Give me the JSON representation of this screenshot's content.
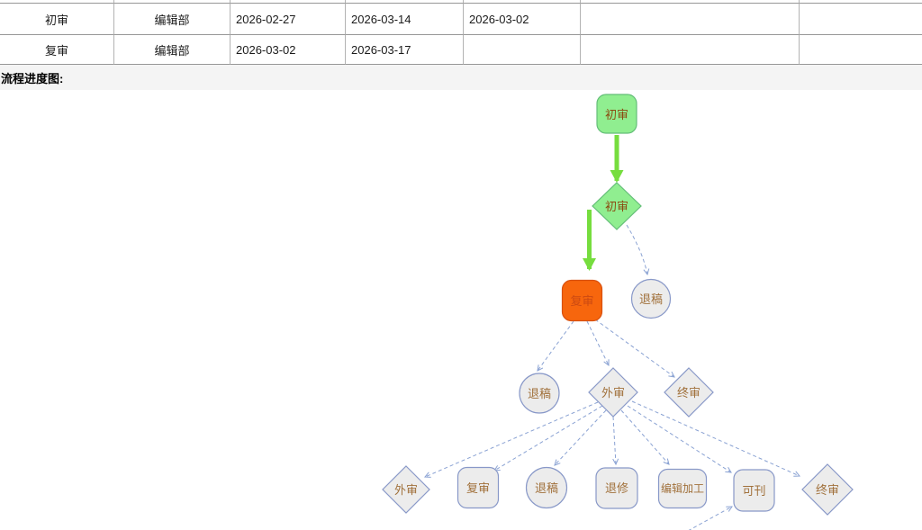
{
  "table": {
    "rows": [
      {
        "cells": [
          "初审",
          "编辑部",
          "2026-02-27",
          "2026-03-14",
          "2026-03-02",
          "",
          ""
        ]
      },
      {
        "cells": [
          "复审",
          "编辑部",
          "2026-03-02",
          "2026-03-17",
          "",
          "",
          ""
        ]
      }
    ]
  },
  "section_label": "流程进度图:",
  "flowchart": {
    "nodes": [
      {
        "id": "start-chushen",
        "label": "初审",
        "shape": "rounded-rect",
        "status": "completed"
      },
      {
        "id": "decision-chushen",
        "label": "初审",
        "shape": "diamond",
        "status": "completed"
      },
      {
        "id": "current-fushen",
        "label": "复审",
        "shape": "rounded-rect",
        "status": "current"
      },
      {
        "id": "tuigao-1",
        "label": "退稿",
        "shape": "circle",
        "status": "pending"
      },
      {
        "id": "tuigao-2",
        "label": "退稿",
        "shape": "circle",
        "status": "pending"
      },
      {
        "id": "waishen-1",
        "label": "外审",
        "shape": "diamond",
        "status": "pending"
      },
      {
        "id": "zhongshen-1",
        "label": "终审",
        "shape": "diamond",
        "status": "pending"
      },
      {
        "id": "waishen-2",
        "label": "外审",
        "shape": "diamond",
        "status": "pending"
      },
      {
        "id": "fushen-2",
        "label": "复审",
        "shape": "rounded-rect",
        "status": "pending"
      },
      {
        "id": "tuigao-3",
        "label": "退稿",
        "shape": "circle",
        "status": "pending"
      },
      {
        "id": "tuixiu",
        "label": "退修",
        "shape": "rounded-rect",
        "status": "pending"
      },
      {
        "id": "bianjijiagong",
        "label": "编辑加工",
        "shape": "rounded-rect",
        "status": "pending"
      },
      {
        "id": "kekan",
        "label": "可刊",
        "shape": "rounded-rect",
        "status": "pending"
      },
      {
        "id": "zhongshen-2",
        "label": "终审",
        "shape": "diamond",
        "status": "pending"
      }
    ],
    "edges": [
      {
        "from": "start-chushen",
        "to": "decision-chushen",
        "style": "solid-green"
      },
      {
        "from": "decision-chushen",
        "to": "current-fushen",
        "style": "solid-green"
      },
      {
        "from": "decision-chushen",
        "to": "tuigao-1",
        "style": "dashed"
      },
      {
        "from": "current-fushen",
        "to": "tuigao-2",
        "style": "dashed"
      },
      {
        "from": "current-fushen",
        "to": "waishen-1",
        "style": "dashed"
      },
      {
        "from": "current-fushen",
        "to": "zhongshen-1",
        "style": "dashed"
      },
      {
        "from": "waishen-1",
        "to": "waishen-2",
        "style": "dashed"
      },
      {
        "from": "waishen-1",
        "to": "fushen-2",
        "style": "dashed"
      },
      {
        "from": "waishen-1",
        "to": "tuigao-3",
        "style": "dashed"
      },
      {
        "from": "waishen-1",
        "to": "tuixiu",
        "style": "dashed"
      },
      {
        "from": "waishen-1",
        "to": "bianjijiagong",
        "style": "dashed"
      },
      {
        "from": "waishen-1",
        "to": "kekan",
        "style": "dashed"
      },
      {
        "from": "waishen-1",
        "to": "zhongshen-2",
        "style": "dashed"
      },
      {
        "from": "offscreen-below",
        "to": "kekan",
        "style": "dashed"
      }
    ]
  },
  "colors": {
    "completed_fill": "#90ee90",
    "current_fill": "#f7660d",
    "pending_fill": "#ececec",
    "pending_border": "#8898c8",
    "edge_dashed": "#8aa2d3",
    "edge_solid_green": "#76dd3e",
    "section_bg": "#f4f4f4"
  }
}
